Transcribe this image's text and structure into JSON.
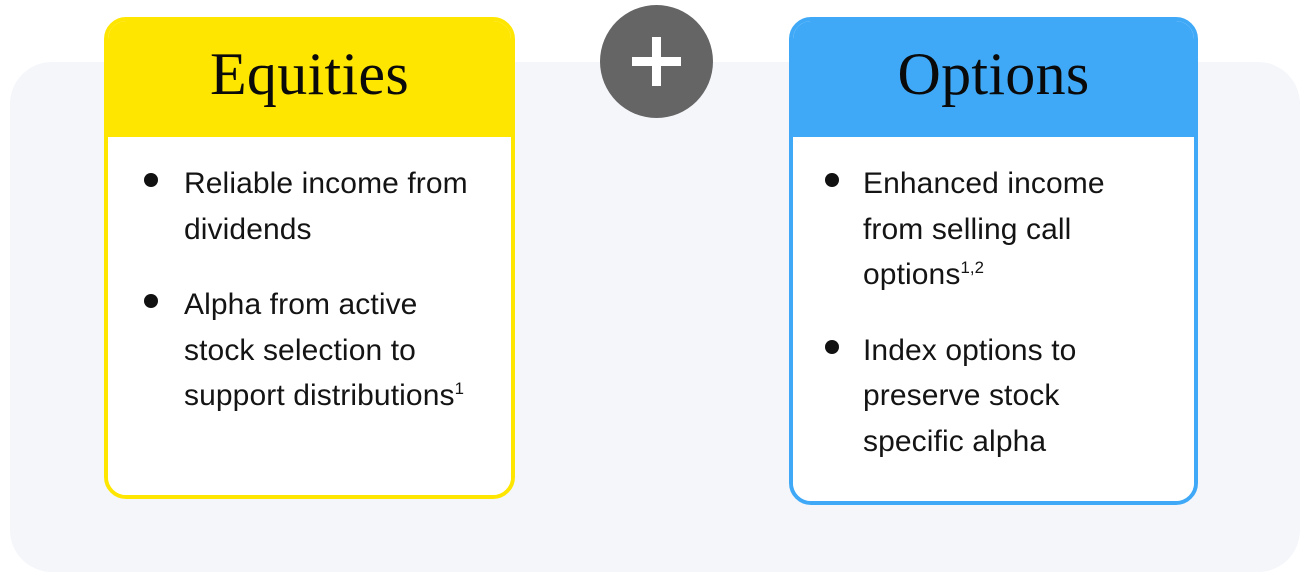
{
  "background": {
    "page_color": "#ffffff",
    "panel_color": "#f4f6fa"
  },
  "connector": {
    "icon": "plus-icon",
    "symbol": "+",
    "circle_color": "#656565",
    "glyph_color": "#ffffff"
  },
  "cards": [
    {
      "id": "equities",
      "title": "Equities",
      "accent_color": "#ffe600",
      "body_color": "#ffffff",
      "bullets": [
        {
          "text": "Reliable income from dividends",
          "superscript": ""
        },
        {
          "text": "Alpha from active stock selection to support distributions",
          "superscript": "1"
        }
      ]
    },
    {
      "id": "options",
      "title": "Options",
      "accent_color": "#3fa9f7",
      "body_color": "#ffffff",
      "bullets": [
        {
          "text": "Enhanced income from selling call options",
          "superscript": "1,2"
        },
        {
          "text": "Index options to preserve stock specific alpha",
          "superscript": ""
        }
      ]
    }
  ]
}
